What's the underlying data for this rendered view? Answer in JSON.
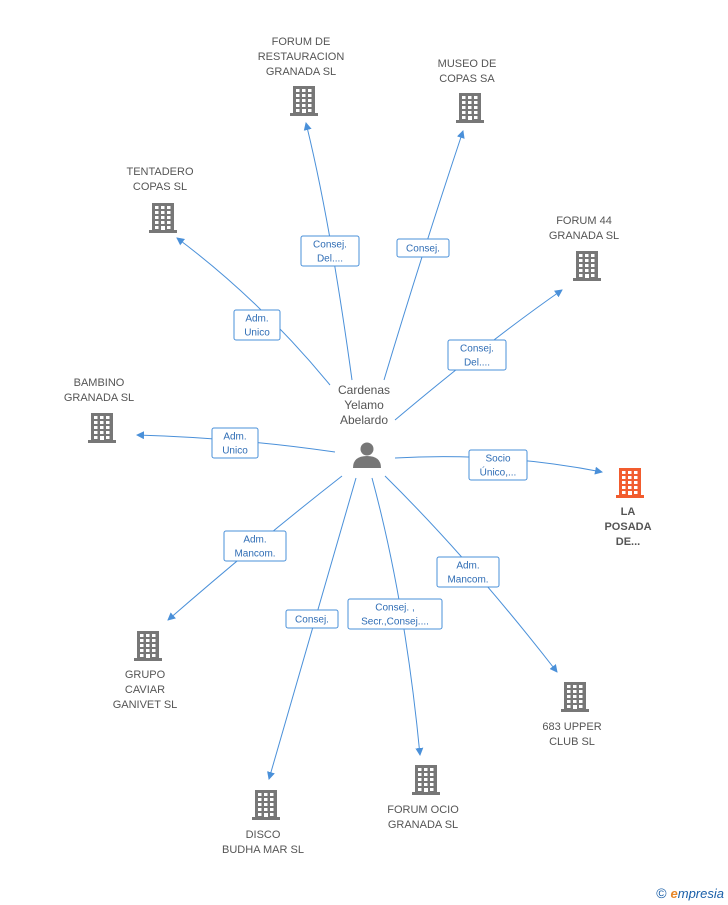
{
  "colors": {
    "building": "#777777",
    "focus_building": "#f25c2e",
    "edge": "#4a90d9",
    "edge_text": "#2f6db5",
    "person": "#777777"
  },
  "center": {
    "label_lines": [
      "Cardenas",
      "Yelamo",
      "Abelardo"
    ],
    "icon": "person-icon"
  },
  "companies": [
    {
      "id": "forum-restauracion",
      "label_lines": [
        "FORUM DE",
        "RESTAURACION",
        "GRANADA SL"
      ],
      "icon": "building-icon"
    },
    {
      "id": "museo-copas",
      "label_lines": [
        "MUSEO DE",
        "COPAS SA"
      ],
      "icon": "building-icon"
    },
    {
      "id": "tentadero-copas",
      "label_lines": [
        "TENTADERO",
        "COPAS SL"
      ],
      "icon": "building-icon"
    },
    {
      "id": "forum-44",
      "label_lines": [
        "FORUM 44",
        "GRANADA SL"
      ],
      "icon": "building-icon"
    },
    {
      "id": "bambino",
      "label_lines": [
        "BAMBINO",
        "GRANADA SL"
      ],
      "icon": "building-icon"
    },
    {
      "id": "la-posada",
      "label_lines": [
        "LA",
        "POSADA",
        "DE..."
      ],
      "icon": "building-icon",
      "focus": true
    },
    {
      "id": "grupo-caviar",
      "label_lines": [
        "GRUPO",
        "CAVIAR",
        "GANIVET  SL"
      ],
      "icon": "building-icon"
    },
    {
      "id": "683-upper",
      "label_lines": [
        "683 UPPER",
        "CLUB SL"
      ],
      "icon": "building-icon"
    },
    {
      "id": "forum-ocio",
      "label_lines": [
        "FORUM OCIO",
        "GRANADA SL"
      ],
      "icon": "building-icon"
    },
    {
      "id": "disco-budha",
      "label_lines": [
        "DISCO",
        "BUDHA MAR SL"
      ],
      "icon": "building-icon"
    }
  ],
  "edges": [
    {
      "to": "forum-restauracion",
      "label_lines": [
        "Consej.",
        "Del...."
      ]
    },
    {
      "to": "museo-copas",
      "label_lines": [
        "Consej."
      ]
    },
    {
      "to": "tentadero-copas",
      "label_lines": [
        "Adm.",
        "Unico"
      ]
    },
    {
      "to": "forum-44",
      "label_lines": [
        "Consej.",
        "Del...."
      ]
    },
    {
      "to": "bambino",
      "label_lines": [
        "Adm.",
        "Unico"
      ]
    },
    {
      "to": "la-posada",
      "label_lines": [
        "Socio",
        "Único,..."
      ]
    },
    {
      "to": "grupo-caviar",
      "label_lines": [
        "Adm.",
        "Mancom."
      ]
    },
    {
      "to": "683-upper",
      "label_lines": [
        "Adm.",
        "Mancom."
      ]
    },
    {
      "to": "forum-ocio",
      "label_lines": [
        "Consej. ,",
        "Secr.,Consej...."
      ]
    },
    {
      "to": "disco-budha",
      "label_lines": [
        "Consej."
      ]
    }
  ],
  "footer": {
    "copyright": "©",
    "brand_initial": "e",
    "brand_rest": "mpresia"
  }
}
